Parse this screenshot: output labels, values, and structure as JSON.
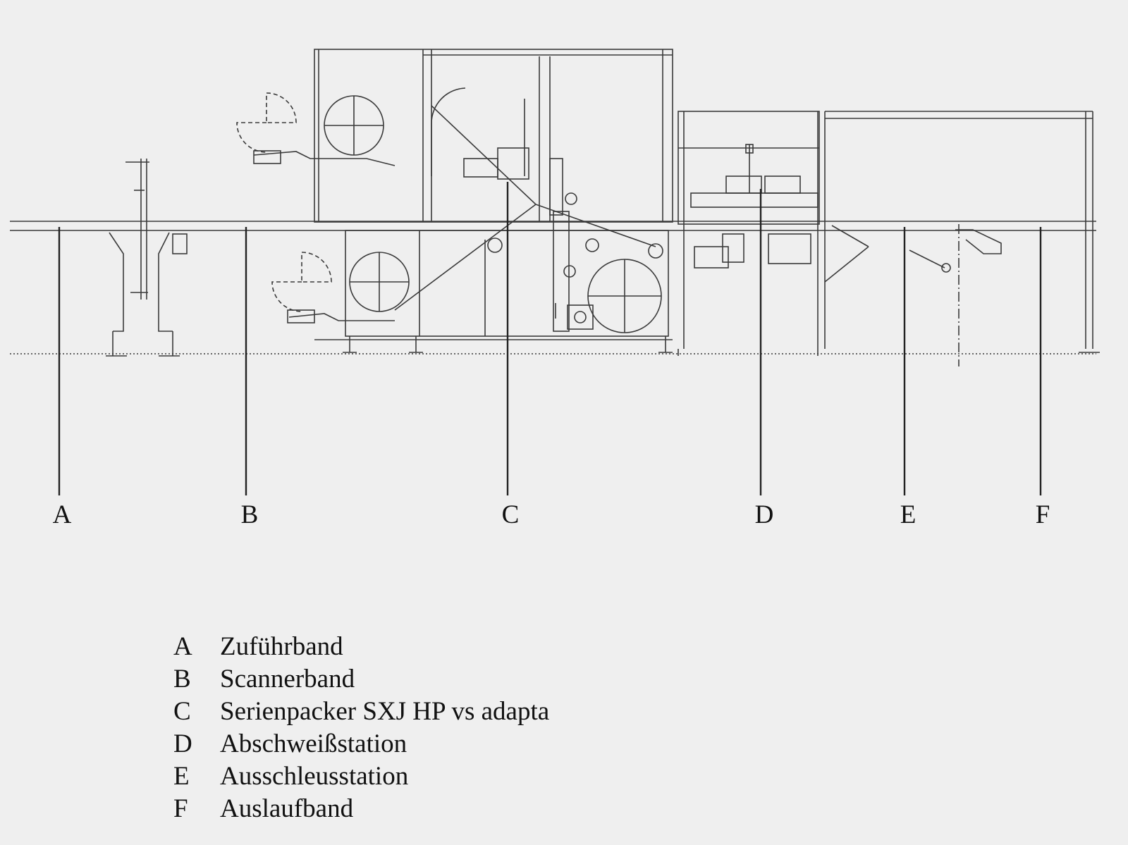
{
  "callouts": [
    "A",
    "B",
    "C",
    "D",
    "E",
    "F"
  ],
  "legend": [
    {
      "key": "A",
      "text": "Zuführband"
    },
    {
      "key": "B",
      "text": "Scannerband"
    },
    {
      "key": "C",
      "text": "Serienpacker SXJ HP vs adapta"
    },
    {
      "key": "D",
      "text": "Abschweißstation"
    },
    {
      "key": "E",
      "text": "Ausschleusstation"
    },
    {
      "key": "F",
      "text": "Auslaufband"
    }
  ],
  "colors": {
    "background": "#efefef",
    "line": "#3a3a3a"
  }
}
